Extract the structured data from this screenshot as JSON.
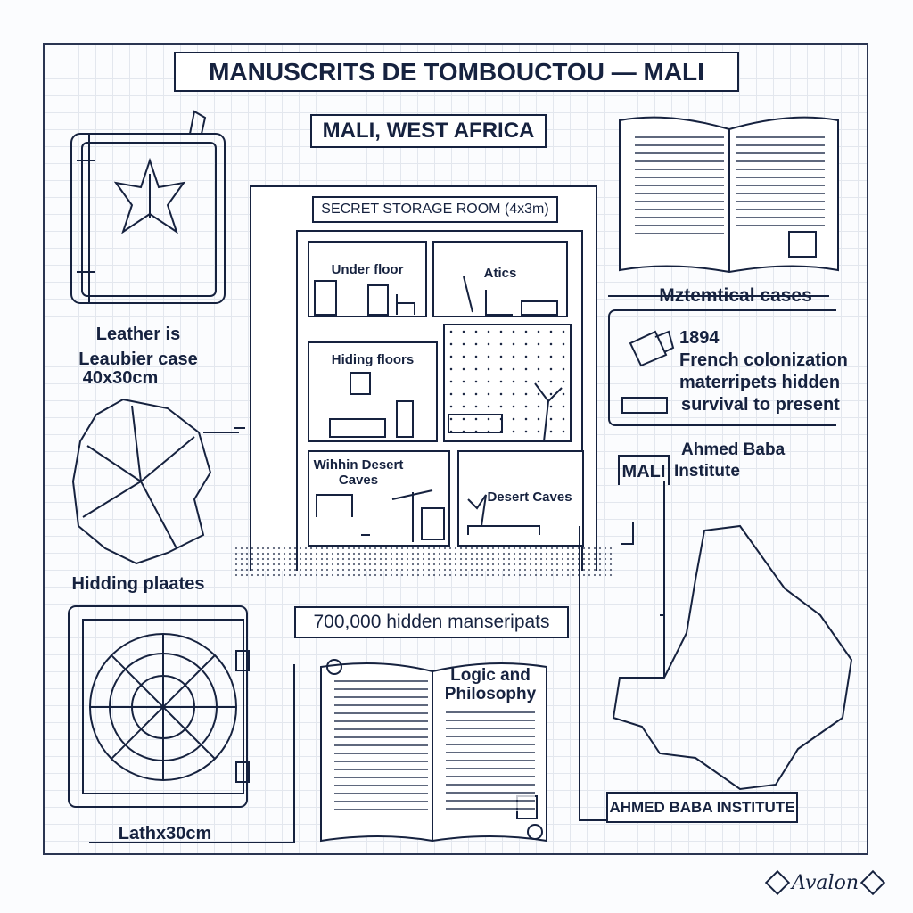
{
  "title": "MANUSCRITS DE TOMBOUCTOU — MALI",
  "subtitle": "MALI, WEST AFRICA",
  "leather_case": {
    "line1": "Leather is",
    "line2": "Leaubier case",
    "line3": "40x30cm"
  },
  "hiding_plates": "Hidding plaates",
  "storage_room": {
    "title": "SECRET STORAGE ROOM (4x3m)",
    "rooms": [
      "Under floor",
      "Atics",
      "Hiding floors",
      "Wihhin Desert Caves",
      "Desert Caves"
    ]
  },
  "mathematical_cases": "Mztemtical cases",
  "history": {
    "year": "1894",
    "line1": "French colonization",
    "line2": "materripets hidden",
    "line3": "survival to present"
  },
  "institute": {
    "badge": "MALI",
    "line1": "Ahmed Baba",
    "line2": "Institute"
  },
  "count_label": "700,000 hidden manseripats",
  "bottom_book_title": "Logic and Philosophy",
  "bottom_left_label": "Lathx30cm",
  "institute_box": "AHMED BABA INSTITUTE",
  "brand": "Avalon",
  "colors": {
    "ink": "#16223f",
    "grid": "#e3e7ee"
  }
}
